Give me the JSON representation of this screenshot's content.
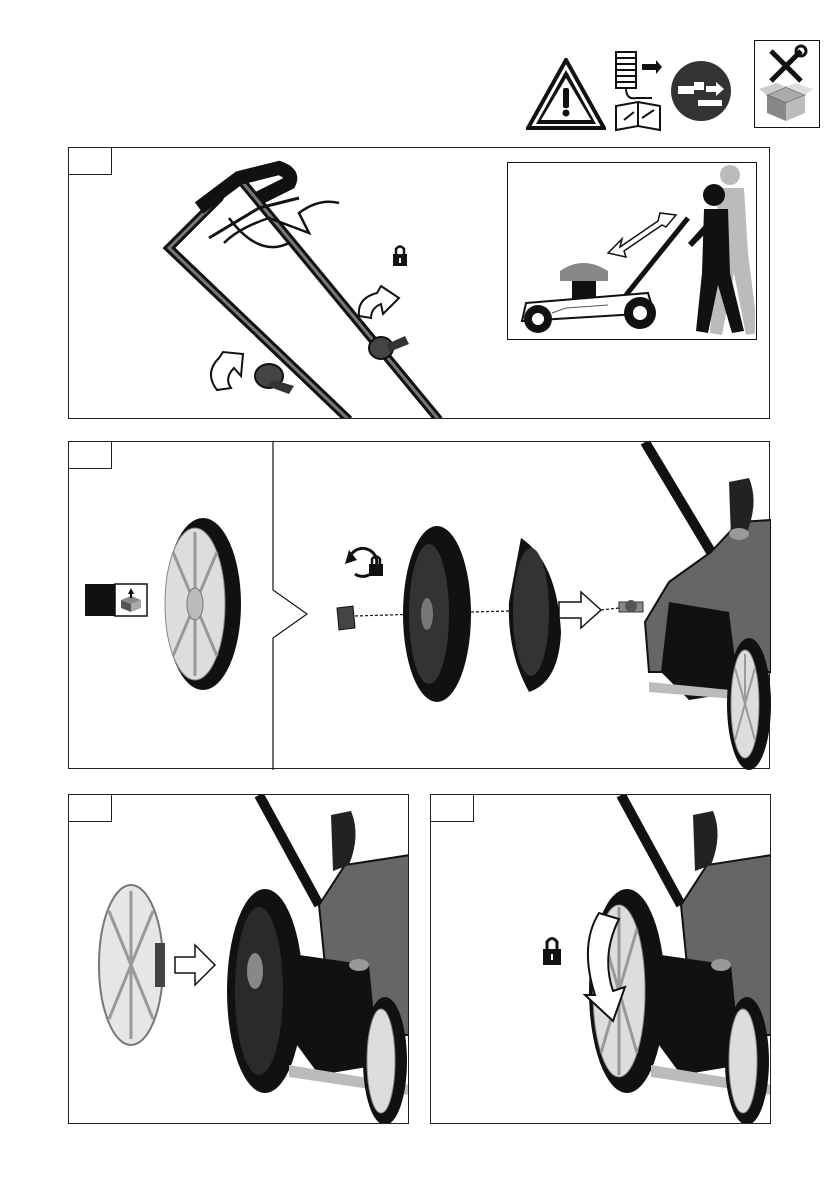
{
  "header": {
    "icons": [
      "warning-triangle-icon",
      "read-manual-icon",
      "disconnect-spark-plug-icon",
      "tools-and-box-icon"
    ]
  },
  "steps": [
    {
      "id": "step-1",
      "number": "",
      "illustration": "handle-unfold-with-locking-knobs",
      "inset": "operator-walking-behind-mower"
    },
    {
      "id": "step-2",
      "number": "",
      "illustration": "rear-wheel-assembly-exploded-view",
      "side": "wheel-from-accessory-box"
    },
    {
      "id": "step-3",
      "number": "",
      "illustration": "wheel-hubcap-insertion"
    },
    {
      "id": "step-4",
      "number": "",
      "illustration": "wheel-tighten-lock"
    }
  ],
  "colors": {
    "ink": "#111111",
    "mid_gray": "#6b6b6b",
    "light_gray": "#c8c8c8",
    "paper": "#ffffff"
  }
}
